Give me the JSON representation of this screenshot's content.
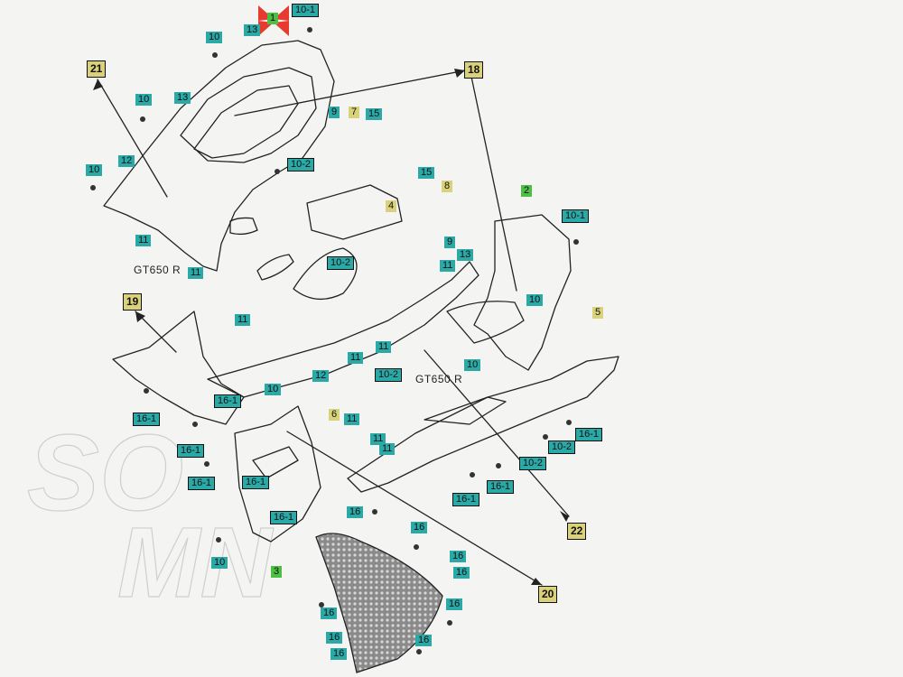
{
  "model_labels": [
    "GT650 R",
    "GT650 R"
  ],
  "watermark": [
    "SO",
    "MN"
  ],
  "colors": {
    "teal": "#2aa9a6",
    "yellow": "#d9d27a",
    "green": "#4cbf44",
    "marker": "#e63b2e"
  },
  "parts": {
    "p1": "1",
    "p2": "2",
    "p3": "3",
    "p4": "4",
    "p5": "5",
    "p6": "6",
    "p7": "7",
    "p8": "8",
    "p9a": "9",
    "p9b": "9",
    "p10a": "10",
    "p10b": "10",
    "p10c": "10",
    "p10d": "10",
    "p10e": "10",
    "p10f": "10",
    "p10_1a": "10-1",
    "p10_1b": "10-1",
    "p10_2a": "10-2",
    "p10_2b": "10-2",
    "p10_2c": "10-2",
    "p10_2d": "10-2",
    "p10_2e": "10-2",
    "p11a": "11",
    "p11b": "11",
    "p11c": "11",
    "p11d": "11",
    "p11e": "11",
    "p11f": "11",
    "p11g": "11",
    "p11h": "11",
    "p11i": "11",
    "p12a": "12",
    "p12b": "12",
    "p13a": "13",
    "p13b": "13",
    "p13c": "13",
    "p15a": "15",
    "p15b": "15",
    "p16a": "16",
    "p16b": "16",
    "p16c": "16",
    "p16d": "16",
    "p16e": "16",
    "p16f": "16",
    "p16g": "16",
    "p16h": "16",
    "p16_1a": "16-1",
    "p16_1b": "16-1",
    "p16_1c": "16-1",
    "p16_1d": "16-1",
    "p16_1e": "16-1",
    "p16_1f": "16-1",
    "p16_1g": "16-1",
    "p16_1h": "16-1",
    "p18": "18",
    "p19": "19",
    "p20": "20",
    "p21": "21",
    "p22": "22"
  }
}
